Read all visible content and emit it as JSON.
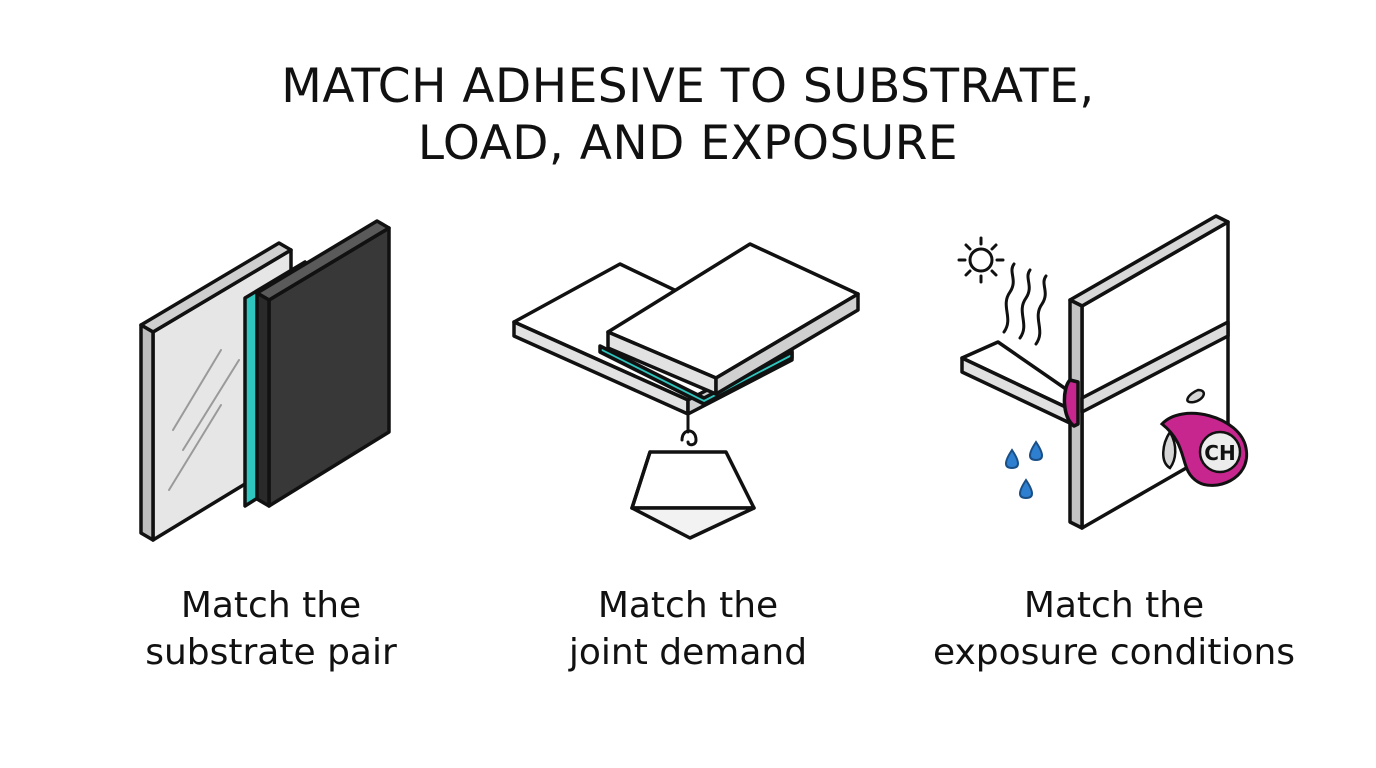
{
  "title": {
    "line1": "MATCH ADHESIVE TO SUBSTRATE,",
    "line2": "LOAD, AND EXPOSURE"
  },
  "panels": [
    {
      "icon": "substrate-pair-icon",
      "caption_line1": "Match the",
      "caption_line2": "substrate pair"
    },
    {
      "icon": "joint-load-icon",
      "caption_line1": "Match the",
      "caption_line2": "joint demand"
    },
    {
      "icon": "exposure-conditions-icon",
      "caption_line1": "Match the",
      "caption_line2": "exposure conditions",
      "chemical_label": "CH"
    }
  ],
  "colors": {
    "adhesive": "#2fc6c0",
    "chemical": "#c8268f",
    "dark_panel": "#383838",
    "metal_light": "#e8e8e8",
    "water": "#2e7fd0"
  }
}
